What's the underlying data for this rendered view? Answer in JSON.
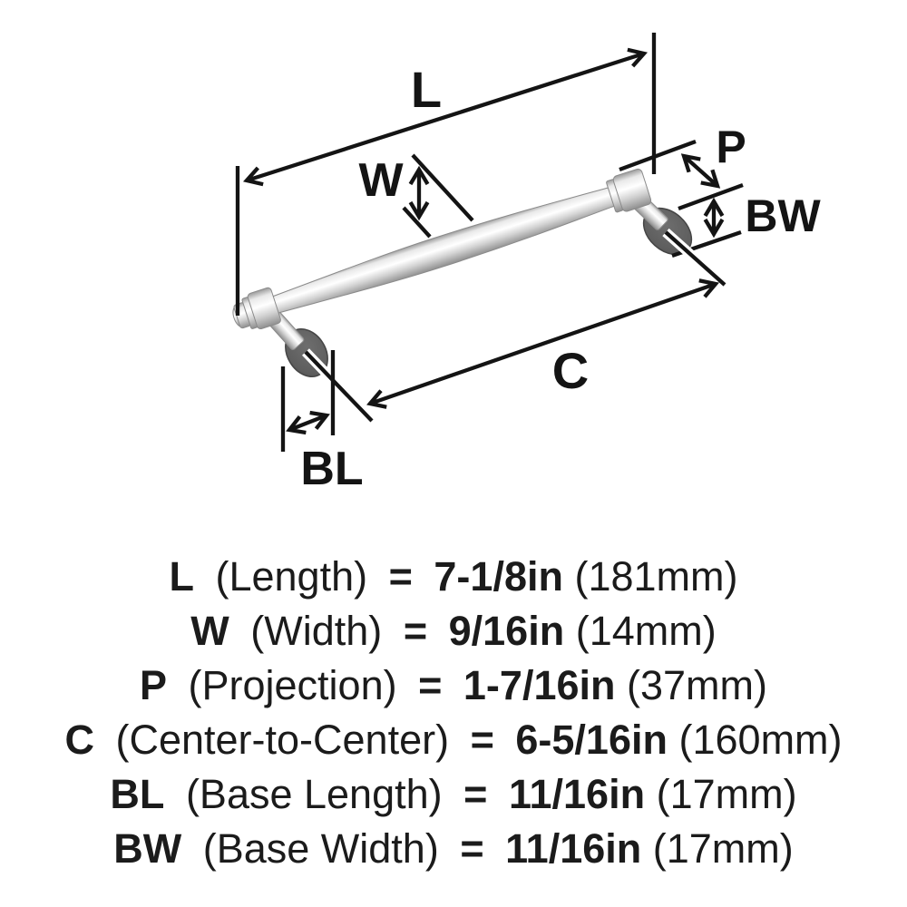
{
  "diagram": {
    "labels": {
      "l": "L",
      "w": "W",
      "p": "P",
      "c": "C",
      "bl": "BL",
      "bw": "BW"
    },
    "colors": {
      "line": "#141414",
      "background": "#ffffff",
      "base_disc": "#5e5e5e",
      "metal_highlight": "#ffffff",
      "metal_mid": "#d6d6d6",
      "metal_shadow": "#8f8f8f"
    }
  },
  "specs": [
    {
      "key": "L",
      "name": "(Length)",
      "eq": "=",
      "value": "7-1/8in",
      "metric": "(181mm)"
    },
    {
      "key": "W",
      "name": "(Width)",
      "eq": "=",
      "value": "9/16in",
      "metric": "(14mm)"
    },
    {
      "key": "P",
      "name": "(Projection)",
      "eq": "=",
      "value": "1-7/16in",
      "metric": "(37mm)"
    },
    {
      "key": "C",
      "name": "(Center-to-Center)",
      "eq": "=",
      "value": "6-5/16in",
      "metric": "(160mm)"
    },
    {
      "key": "BL",
      "name": "(Base Length)",
      "eq": "=",
      "value": "11/16in",
      "metric": "(17mm)"
    },
    {
      "key": "BW",
      "name": "(Base Width)",
      "eq": "=",
      "value": "11/16in",
      "metric": "(17mm)"
    }
  ]
}
